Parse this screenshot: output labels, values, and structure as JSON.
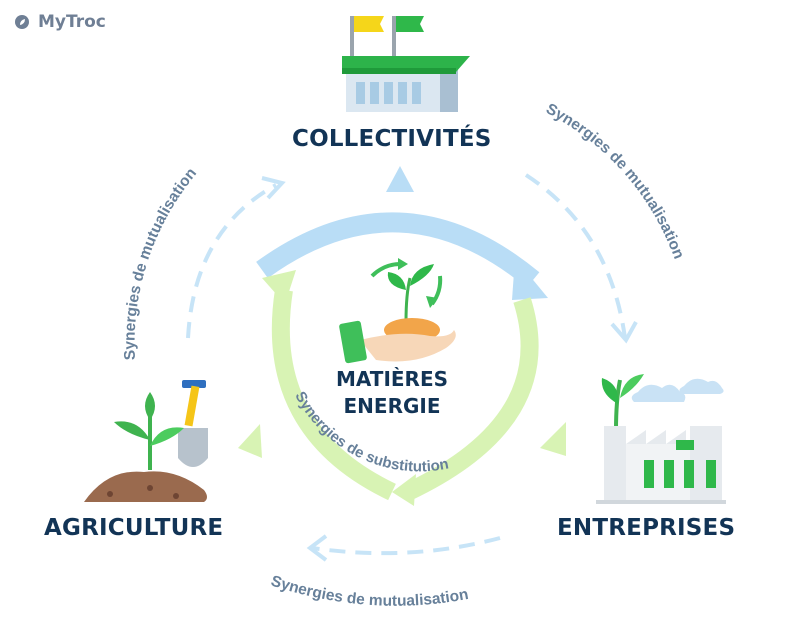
{
  "brand": {
    "name": "MyTroc",
    "icon": "leaf-logo-icon"
  },
  "nodes": {
    "top": {
      "label": "COLLECTIVITÉS",
      "icon": "building-with-flags-icon"
    },
    "left": {
      "label": "AGRICULTURE",
      "icon": "sprout-shovel-icon"
    },
    "right": {
      "label": "ENTREPRISES",
      "icon": "factory-icon"
    }
  },
  "center": {
    "line1": "MATIÈRES",
    "line2": "ENERGIE",
    "icon": "hand-holding-seedling-icon"
  },
  "edges": {
    "outer_top_left": "Synergies de mutualisation",
    "outer_top_right": "Synergies de mutualisation",
    "outer_bottom": "Synergies de mutualisation",
    "inner": "Synergies de substitution"
  },
  "colors": {
    "navy": "#123456",
    "inner_blue": "#b9ddf6",
    "inner_green": "#d8f3b4",
    "dashed_blue": "#c7e4f7",
    "flag_yellow": "#f5d61a",
    "flag_green": "#2fb84a",
    "roof_green": "#2db34a",
    "soil": "#9a6a4e",
    "leaf_green": "#3fb34f",
    "cloud_blue": "#c9e2f5"
  }
}
